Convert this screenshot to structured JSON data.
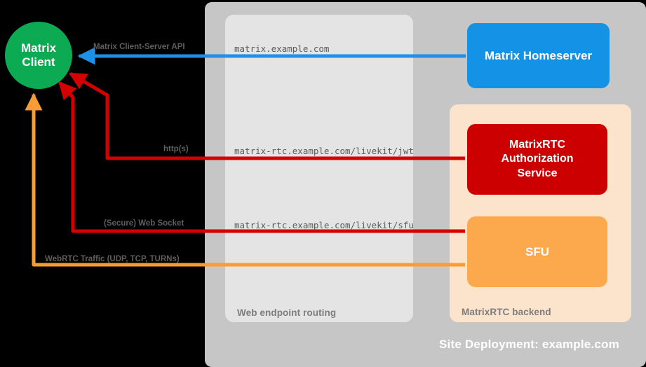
{
  "diagram": {
    "title_label": "Site Deployment: example.com",
    "client": {
      "name": "matrix-client",
      "line1": "Matrix",
      "line2": "Client",
      "color": "#0CAB53"
    },
    "panels": {
      "site": {
        "label": "Site Deployment: example.com",
        "color": "#C6C6C6"
      },
      "routing": {
        "label": "Web endpoint routing",
        "color": "#E4E4E4"
      },
      "backend": {
        "label": "MatrixRTC backend",
        "color": "#FCE3CC"
      }
    },
    "services": [
      {
        "id": "matrix-homeserver",
        "lines": [
          "Matrix Homeserver"
        ],
        "label": "Matrix Homeserver",
        "color": "#1492E6"
      },
      {
        "id": "matrixrtc-authorization-service",
        "lines": [
          "MatrixRTC",
          "Authorization",
          "Service"
        ],
        "label": "MatrixRTC Authorization Service",
        "color": "#CC0000"
      },
      {
        "id": "sfu",
        "lines": [
          "SFU"
        ],
        "label": "SFU",
        "color": "#FBA94C"
      }
    ],
    "endpoints": [
      {
        "id": "matrix-endpoint",
        "text": "matrix.example.com"
      },
      {
        "id": "jwt-endpoint",
        "text": "matrix-rtc.example.com/livekit/jwt"
      },
      {
        "id": "sfu-endpoint",
        "text": "matrix-rtc.example.com/livekit/sfu"
      }
    ],
    "flows": [
      {
        "id": "client-server-api",
        "label": "Matrix Client-Server API",
        "color": "#1E90E8",
        "direction": "to-client"
      },
      {
        "id": "https",
        "label": "http(s)",
        "color": "#D40000",
        "direction": "to-client"
      },
      {
        "id": "secure-web-socket",
        "label": "(Secure) Web Socket",
        "color": "#D40000",
        "direction": "to-client"
      },
      {
        "id": "webrtc-traffic",
        "label": "WebRTC Traffic (UDP, TCP, TURNs)",
        "color": "#F89C34",
        "direction": "to-client"
      }
    ]
  }
}
